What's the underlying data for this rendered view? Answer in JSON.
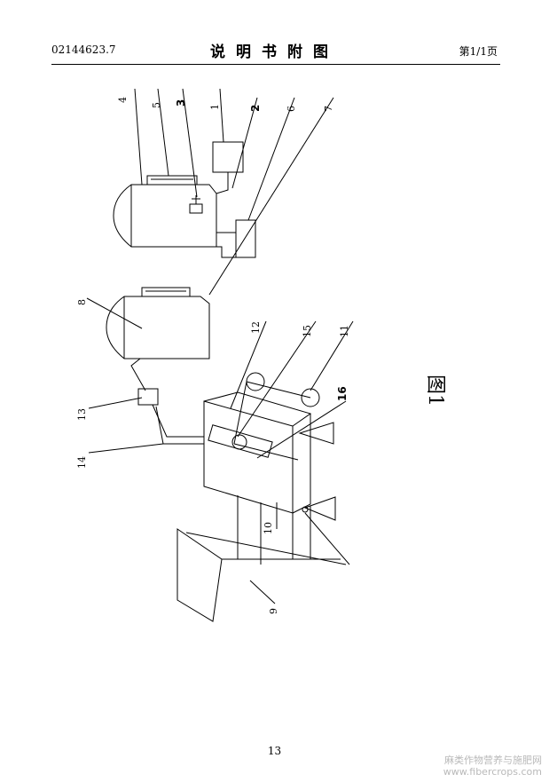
{
  "header": {
    "application_number": "02144623.7",
    "title": "说明书附图",
    "page_indicator": "第1/1页"
  },
  "figure": {
    "caption": "图1",
    "labels": {
      "l1": "1",
      "l2": "2",
      "l3": "3",
      "l4": "4",
      "l5": "5",
      "l6": "6",
      "l7": "7",
      "l8": "8",
      "l9": "9",
      "l10": "10",
      "l11": "11",
      "l12": "12",
      "l13": "13",
      "l14": "14",
      "l15": "15",
      "l16": "16"
    }
  },
  "footer": {
    "page_number": "13",
    "watermark_line1": "麻类作物营养与施肥网",
    "watermark_line2": "www.fibercrops.com"
  }
}
